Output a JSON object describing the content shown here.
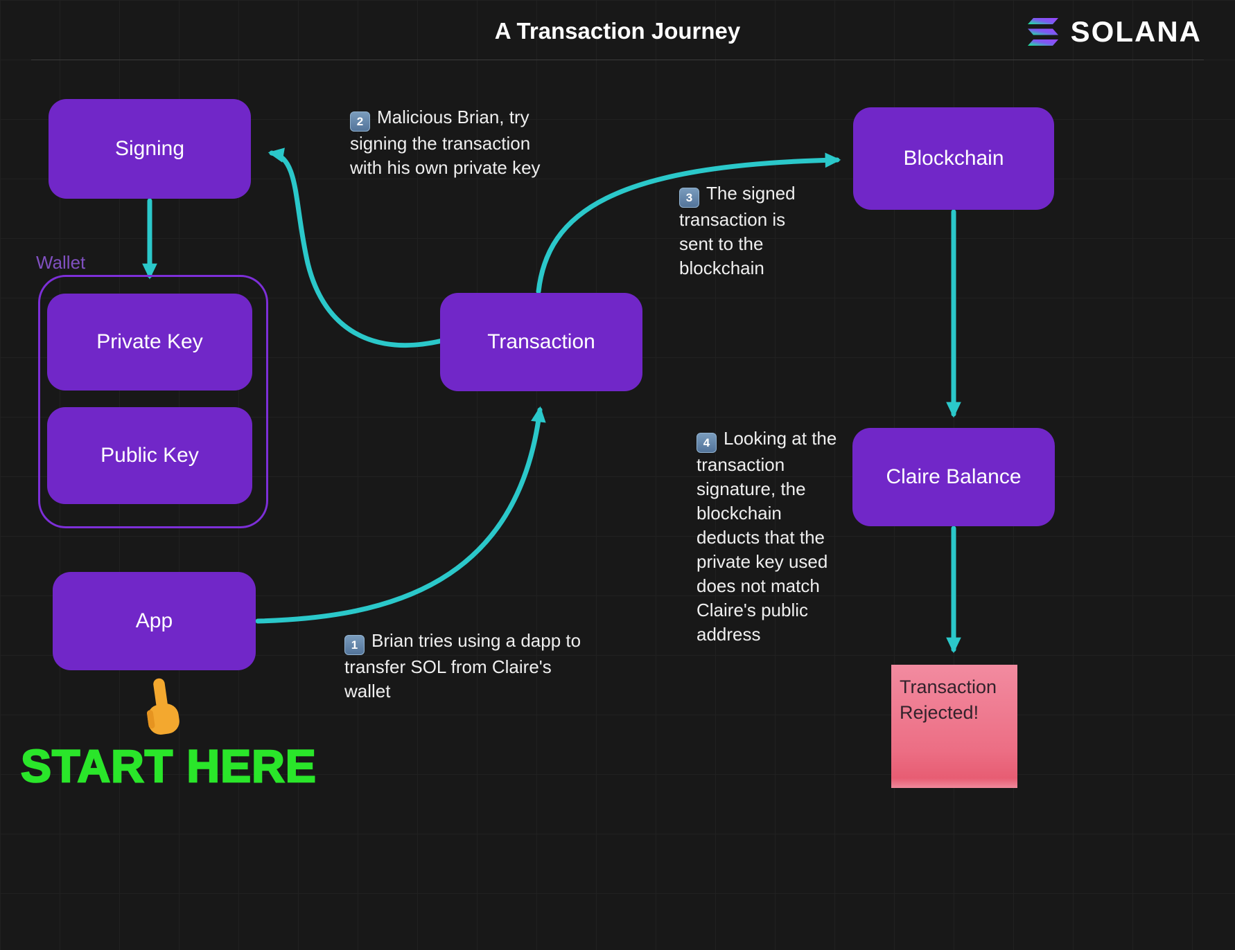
{
  "header": {
    "title": "A Transaction Journey",
    "brand": "SOLANA"
  },
  "nodes": {
    "signing": "Signing",
    "wallet_label": "Wallet",
    "private_key": "Private Key",
    "public_key": "Public Key",
    "transaction": "Transaction",
    "blockchain": "Blockchain",
    "claire_balance": "Claire Balance",
    "app": "App",
    "rejected_note": "Transaction Rejected!"
  },
  "annotations": {
    "step1": {
      "num": "1",
      "text": "Brian tries using a dapp to transfer SOL from Claire's wallet"
    },
    "step2": {
      "num": "2",
      "text": "Malicious Brian, try signing the transaction with his own private key"
    },
    "step3": {
      "num": "3",
      "text": "The signed transaction is sent to the blockchain"
    },
    "step4": {
      "num": "4",
      "text": "Looking at the transaction signature, the blockchain deducts that the private key used does not match Claire's public address"
    }
  },
  "footer": {
    "start_here": "START HERE"
  },
  "colors": {
    "background": "#181818",
    "node_purple": "#7127c8",
    "wallet_outline_purple": "#7d2fd8",
    "arrow_teal": "#2bc8ca",
    "start_green": "#2ae62a",
    "note_pink": "#ec6e84",
    "solana_gradient_purple": "#9945ff",
    "solana_gradient_teal": "#14f195"
  }
}
